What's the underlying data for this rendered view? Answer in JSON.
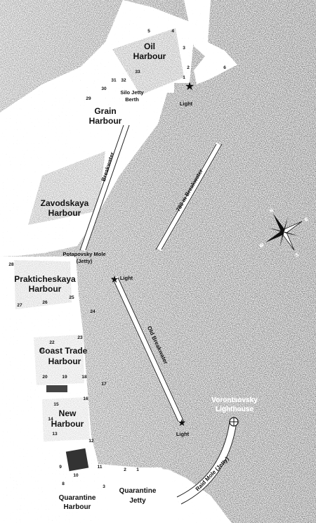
{
  "harbours": {
    "oil": "Oil",
    "oil2": "Harbour",
    "grain": "Grain",
    "grain2": "Harbour",
    "zavod": "Zavodskaya",
    "zavod2": "Harbour",
    "prakt": "Prakticheskaya",
    "prakt2": "Harbour",
    "coast": "Coast Trade",
    "coast2": "Harbour",
    "new": "New",
    "new2": "Harbour",
    "quar": "Quarantine",
    "quar2": "Harbour"
  },
  "structures": {
    "silo1": "Silo Jetty",
    "silo2": "Berth",
    "potap1": "Potapovsky Mole",
    "potap2": "(Jetty)",
    "qjetty1": "Quarantine",
    "qjetty2": "Jetty",
    "breakwater": "Breakwater",
    "b780": "780 m Breakwater",
    "old": "Old Breakwater",
    "raid": "Raid Mole (Jetty)",
    "lh1": "Vorontsovsky",
    "lh2": "Lighthouse"
  },
  "lights": {
    "l1": "Light",
    "l2": "Light",
    "l3": "Light"
  },
  "compass": {
    "n": "N",
    "s": "S",
    "e": "E",
    "w": "W"
  },
  "berths": [
    "1",
    "2",
    "3",
    "4",
    "5",
    "6",
    "29",
    "30",
    "31",
    "32",
    "33",
    "28",
    "27",
    "26",
    "25",
    "24",
    "23",
    "22",
    "21",
    "20",
    "19",
    "18",
    "17",
    "16",
    "15",
    "14",
    "13",
    "12",
    "11",
    "10",
    "9",
    "8",
    "3",
    "2",
    "1"
  ]
}
